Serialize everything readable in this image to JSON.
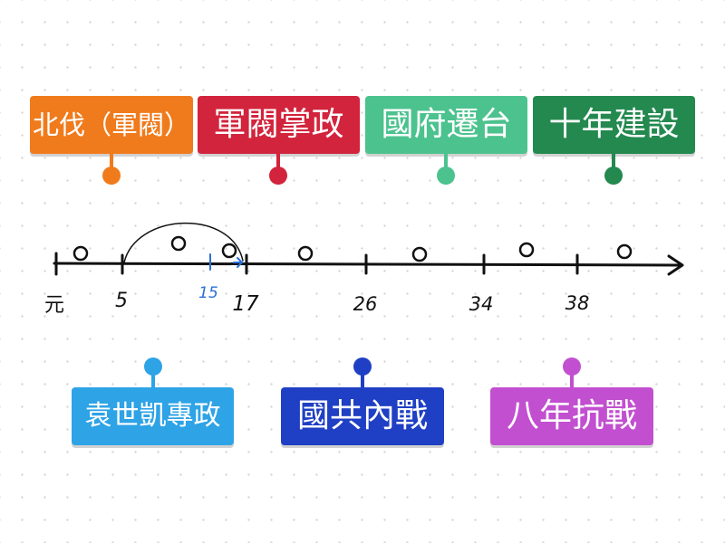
{
  "top_cards": [
    {
      "label": "北伐（軍閥）",
      "color": "#f07b1c",
      "pin_color": "#f07b1c"
    },
    {
      "label": "軍閥掌政",
      "color": "#d2243c",
      "pin_color": "#d2243c"
    },
    {
      "label": "國府遷台",
      "color": "#4cc28e",
      "pin_color": "#4cc28e"
    },
    {
      "label": "十年建設",
      "color": "#23894f",
      "pin_color": "#23894f"
    }
  ],
  "bottom_cards": [
    {
      "label": "袁世凱專政",
      "color": "#2ea3e6",
      "pin_color": "#2ea3e6"
    },
    {
      "label": "國共內戰",
      "color": "#1f3fc4",
      "pin_color": "#1f3fc4"
    },
    {
      "label": "八年抗戰",
      "color": "#c24fd0",
      "pin_color": "#c24fd0"
    }
  ],
  "timeline": {
    "tick_labels": [
      "元",
      "5",
      "15",
      "17",
      "26",
      "34",
      "38"
    ],
    "tick_label_15_color": "#2a6fd6",
    "ink_color": "#111111"
  }
}
